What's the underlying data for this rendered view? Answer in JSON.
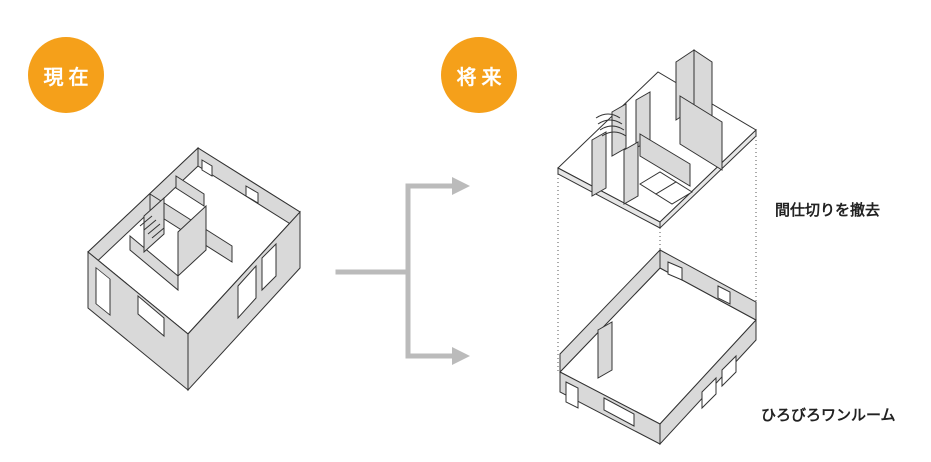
{
  "badges": {
    "current": "現在",
    "future": "将来"
  },
  "captions": {
    "remove_partitions": "間仕切りを撤去",
    "one_room": "ひろびろワンルーム"
  },
  "colors": {
    "badge": "#F5A01A",
    "arrow": "#BBBBBB",
    "wall_fill": "#D9D9D9",
    "line": "#333333"
  }
}
